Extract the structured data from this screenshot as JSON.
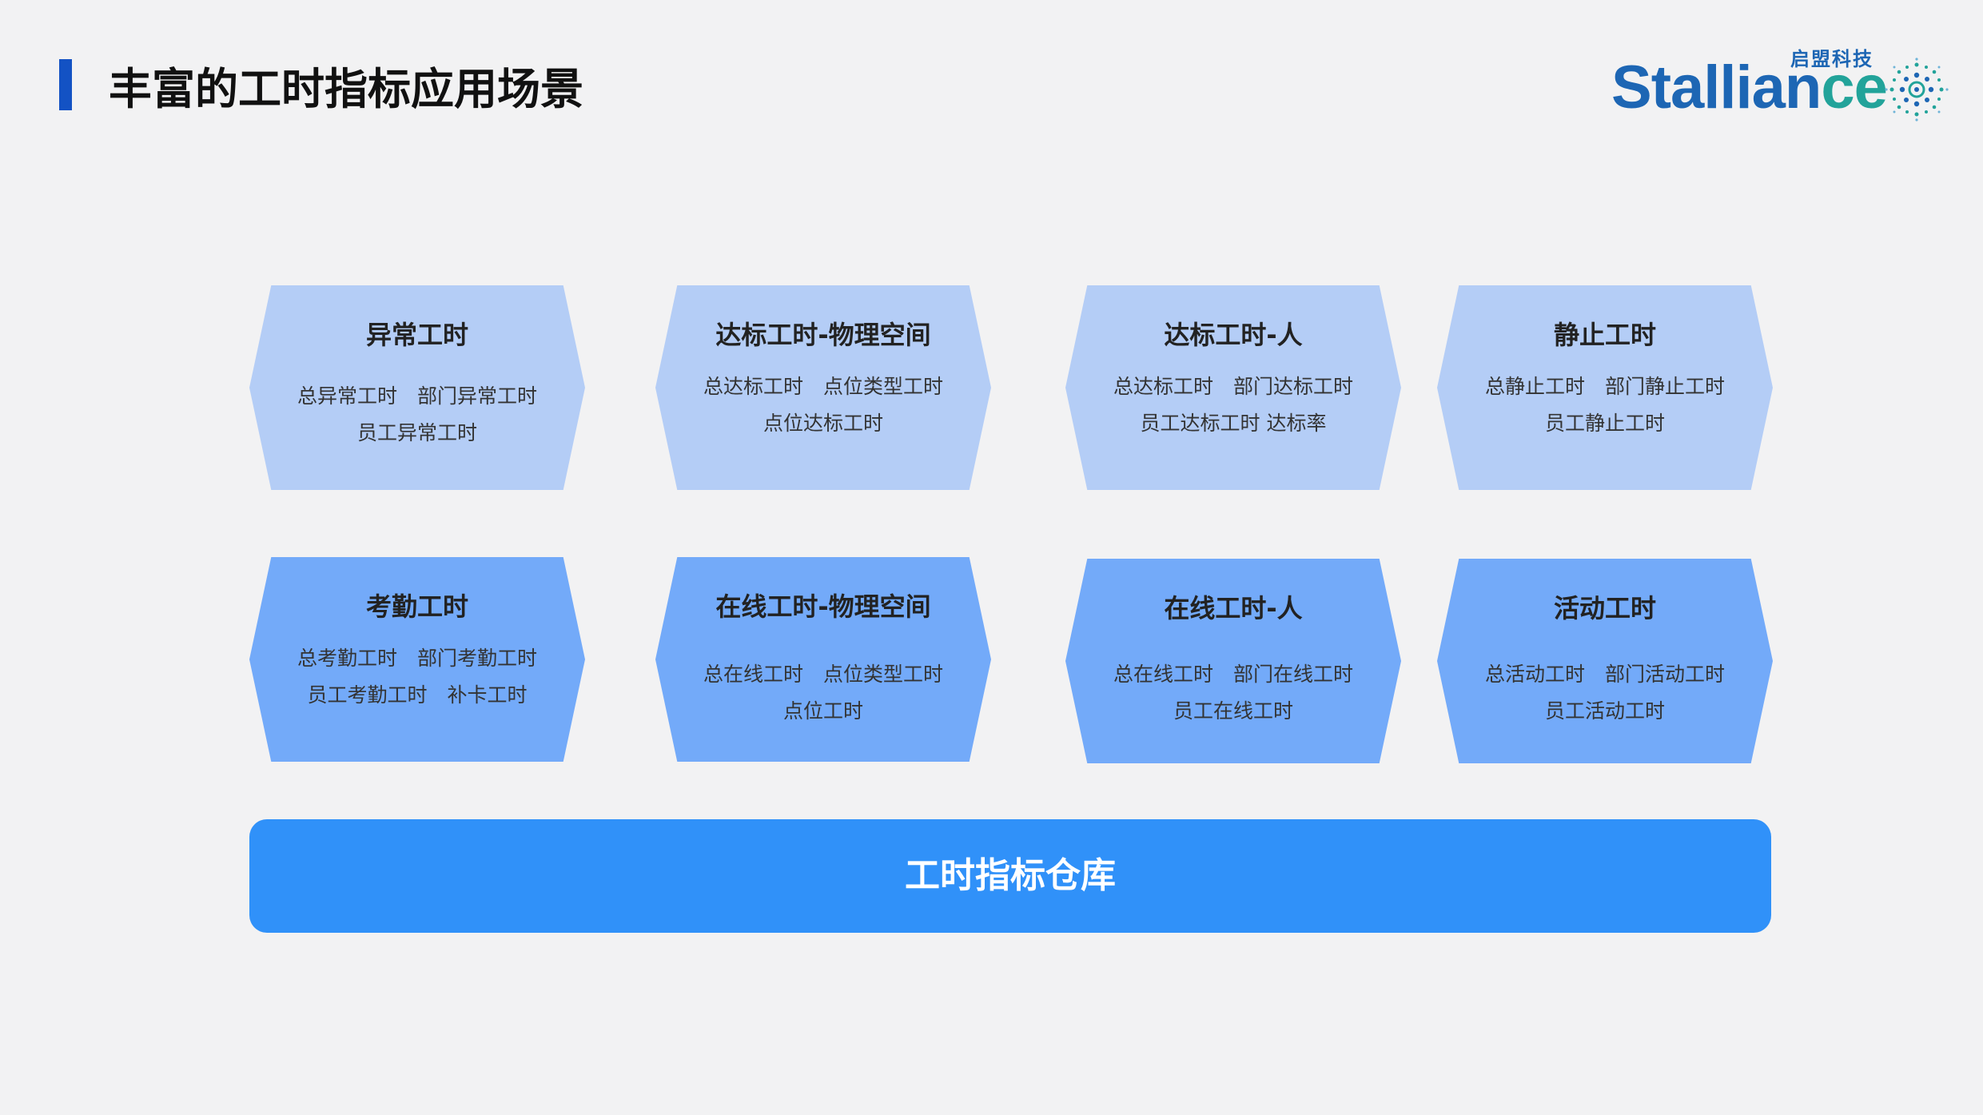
{
  "header": {
    "title": "丰富的工时指标应用场景",
    "accent_color": "#1352c4"
  },
  "logo": {
    "word_main": "Stallian",
    "word_tail": "ce",
    "cn_name": "启盟科技",
    "mark_icon": "dotted-orb-icon"
  },
  "cards": [
    {
      "title": "异常工时",
      "lines": [
        "总异常工时　部门异常工时",
        "员工异常工时"
      ]
    },
    {
      "title": "达标工时-物理空间",
      "lines": [
        "总达标工时　点位类型工时",
        "点位达标工时"
      ]
    },
    {
      "title": "达标工时-人",
      "lines": [
        "总达标工时　部门达标工时",
        "员工达标工时 达标率"
      ]
    },
    {
      "title": "静止工时",
      "lines": [
        "总静止工时　部门静止工时",
        "员工静止工时"
      ]
    },
    {
      "title": "考勤工时",
      "lines": [
        "总考勤工时　部门考勤工时",
        "员工考勤工时　补卡工时"
      ]
    },
    {
      "title": "在线工时-物理空间",
      "lines": [
        "总在线工时　点位类型工时",
        "点位工时"
      ]
    },
    {
      "title": "在线工时-人",
      "lines": [
        "总在线工时　部门在线工时",
        "员工在线工时"
      ]
    },
    {
      "title": "活动工时",
      "lines": [
        "总活动工时　部门活动工时",
        "员工活动工时"
      ]
    }
  ],
  "warehouse": {
    "label": "工时指标仓库"
  },
  "colors": {
    "card_light": "#b4cdf6",
    "card_mid": "#73aaf9",
    "warehouse_bg": "#3091f9",
    "background": "#f2f2f3"
  }
}
